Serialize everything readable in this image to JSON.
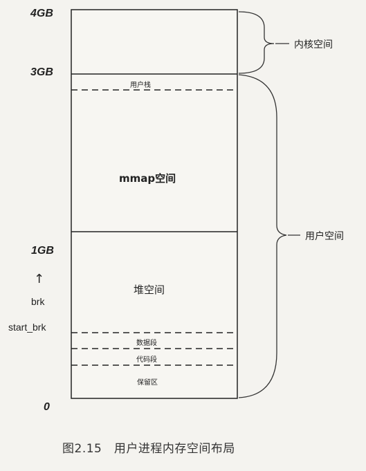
{
  "addresses": {
    "a4gb": "4GB",
    "a3gb": "3GB",
    "a1gb": "1GB",
    "a0": "0"
  },
  "pointers": {
    "brk": "brk",
    "start_brk": "start_brk"
  },
  "regions": {
    "user_stack": "用户栈",
    "mmap": "mmap空间",
    "heap": "堆空间",
    "data_segment": "数据段",
    "code_segment": "代码段",
    "reserved": "保留区"
  },
  "braces": {
    "kernel_space": "内核空间",
    "user_space": "用户空间"
  },
  "caption": "图2.15　用户进程内存空间布局"
}
